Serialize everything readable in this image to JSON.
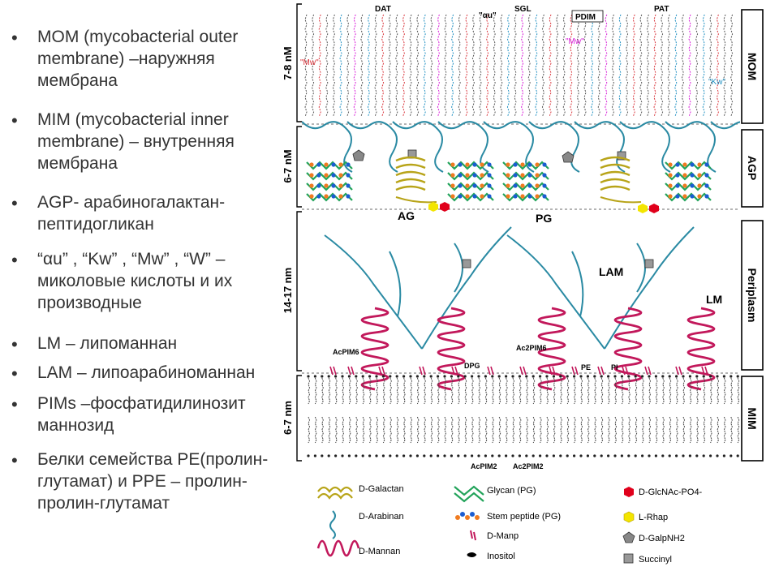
{
  "bullets": [
    {
      "text": "MOM (mycobacterial outer\nmembrane) –наружняя\nмембрана"
    },
    {
      "text": "MIM (mycobacterial inner\nmembrane) – внутренняя\nмембрана"
    },
    {
      "text": "AGP- арабиногалактан-\nпептидогликан"
    },
    {
      "text": "“αu” , “Kw” , “Mw” , “W” –\nмиколовые кислоты и их\nпроизводные"
    },
    {
      "text": "LM – липоманнан"
    },
    {
      "text": "LAM – липоарабиноманнан"
    },
    {
      "text": "PIMs –фосфатидилинозит\nманнозид"
    },
    {
      "text": "Белки семейства PE(пролин-\nглутамат) и PPE – пролин-\nпролин-глутамат"
    }
  ],
  "diagram": {
    "side_labels": {
      "mom": "MOM",
      "agp": "AGP",
      "periplasm": "Periplasm",
      "mim": "MIM"
    },
    "thickness": {
      "mom": "7-8 nM",
      "agp": "6-7 nM",
      "periplasm": "14-17 nm",
      "mim": "6-7 nm"
    },
    "top_labels": {
      "dat": "DAT",
      "alpha": "\"αu\"",
      "sgl": "SGL",
      "pdim": "PDIM",
      "pat": "PAT"
    },
    "mycolic": {
      "mw1": "\"Mw\"",
      "mw2": "\"Mw\"",
      "kw": "\"Kw\""
    },
    "region_labels": {
      "ag": "AG",
      "pg": "PG",
      "lam": "LAM",
      "lm": "LM"
    },
    "lipid_labels": {
      "acpim6": "AcPIM6",
      "ac2pim6": "Ac2PIM6",
      "dpg": "DPG",
      "pe": "PE",
      "pi": "PI",
      "acpim2": "AcPIM2",
      "ac2pim2": "Ac2PIM2"
    },
    "legend": [
      {
        "label": "D-Galactan",
        "color": "#b8a419"
      },
      {
        "label": "Glycan (PG)",
        "color": "#22a35a"
      },
      {
        "label": "D-GlcNAc-PO4-",
        "color": "#e0001b"
      },
      {
        "label": "D-Arabinan",
        "color": "#2a8aa3"
      },
      {
        "label": "Stem peptide (PG)",
        "color": "#f07b20"
      },
      {
        "label": "L-Rhap",
        "color": "#f3e500"
      },
      {
        "label": "D-Manp",
        "color": "#c2185b"
      },
      {
        "label": "D-GalpNH2",
        "color": "#888888"
      },
      {
        "label": "D-Mannan",
        "color": "#c2185b"
      },
      {
        "label": "Inositol",
        "color": "#000000"
      },
      {
        "label": "Succinyl",
        "color": "#999999"
      }
    ]
  }
}
